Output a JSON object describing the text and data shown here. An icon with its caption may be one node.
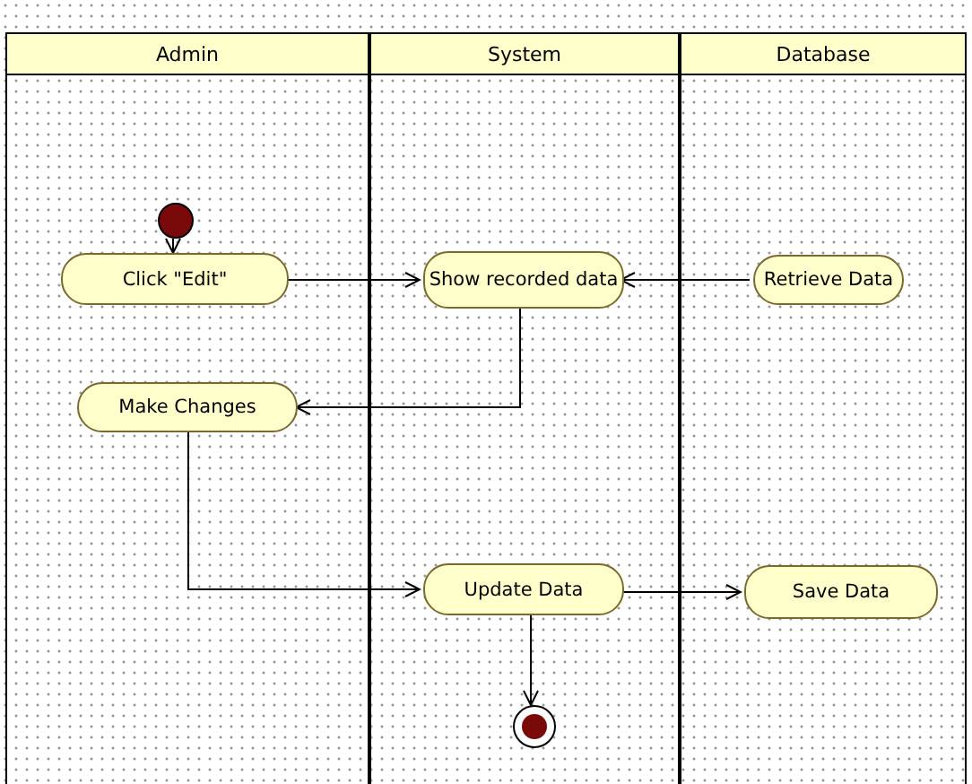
{
  "diagram": {
    "nodes": [
      {
        "text": [
          "Admin"
        ]
      },
      {
        "text": [
          "System"
        ]
      },
      {
        "text": [
          "Database"
        ]
      },
      {
        "text": [],
        "shape": "circle",
        "in": 0
      },
      {
        "text": [
          "Click \"Edit\""
        ],
        "in": 0
      },
      {
        "text": [
          "Show recorded data"
        ],
        "in": 1
      },
      {
        "text": [
          "Retrieve Data"
        ],
        "in": 2
      },
      {
        "text": [
          "Make Changes"
        ],
        "in": 0
      },
      {
        "text": [
          "Update Data"
        ],
        "in": 1
      },
      {
        "text": [
          "Save Data"
        ],
        "in": 2
      },
      {
        "text": [],
        "shape": "circle",
        "in": 1
      }
    ],
    "edges": [
      {
        "from": 3,
        "to": 4,
        "arrow": "to"
      },
      {
        "from": 4,
        "to": 5,
        "arrow": "to"
      },
      {
        "from": 6,
        "to": 5,
        "arrow": "to"
      },
      {
        "from": 5,
        "to": 7,
        "arrow": "to"
      },
      {
        "from": 7,
        "to": 8,
        "arrow": "to"
      },
      {
        "from": 8,
        "to": 9,
        "arrow": "to"
      },
      {
        "from": 8,
        "to": 10,
        "arrow": "to"
      }
    ]
  }
}
